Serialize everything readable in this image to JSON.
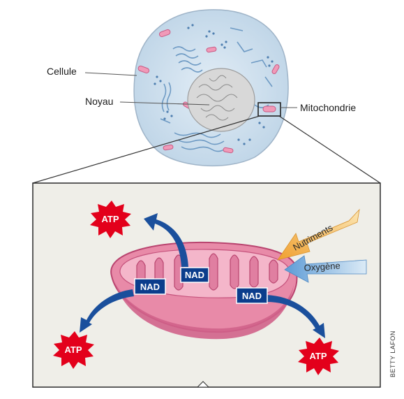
{
  "labels": {
    "cell": "Cellule",
    "nucleus": "Noyau",
    "mitochondrion": "Mitochondrie"
  },
  "molecules": {
    "nad": "NAD",
    "atp": "ATP"
  },
  "inputs": {
    "nutrients": "Nutriments",
    "oxygen": "Oxygène"
  },
  "credit": "BETTY LAFON",
  "colors": {
    "cell_fill": "#cfe0ee",
    "nucleus_fill": "#d9d9d9",
    "mitochondrion": "#e8729b",
    "nad_box": "#0b3d8c",
    "atp_star": "#e3001b",
    "arrow": "#1a4f9c",
    "nutrients_arrow": "#f2a33a",
    "oxygen_arrow": "#6fa8dc",
    "panel_bg": "#efeee8"
  }
}
